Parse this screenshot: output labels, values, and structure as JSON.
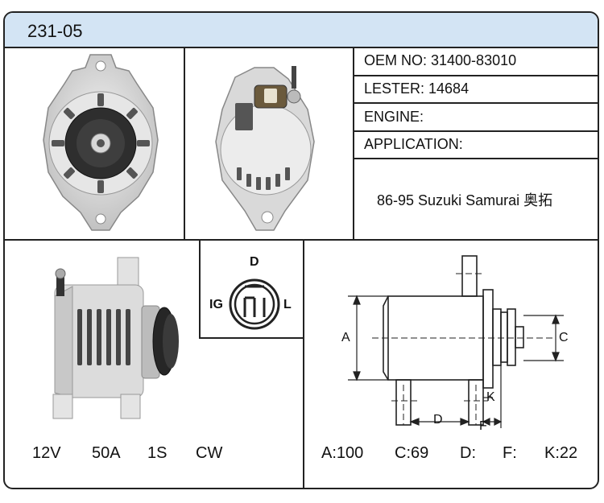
{
  "title": "231-05",
  "info": {
    "oem": "OEM NO: 31400-83010",
    "lester": "LESTER: 14684",
    "engine": "ENGINE:",
    "application_label": "APPLICATION:",
    "application_value": "86-95 Suzuki Samurai 奥拓"
  },
  "connector": {
    "top": "D",
    "left": "IG",
    "right": "L"
  },
  "diagram_labels": {
    "a": "A",
    "c": "C",
    "d": "D",
    "f": "F",
    "k": "K"
  },
  "specs_left": [
    "12V",
    "50A",
    "1S",
    "CW"
  ],
  "specs_right": [
    "A:100",
    "C:69",
    "D:",
    "F:",
    "K:22"
  ]
}
